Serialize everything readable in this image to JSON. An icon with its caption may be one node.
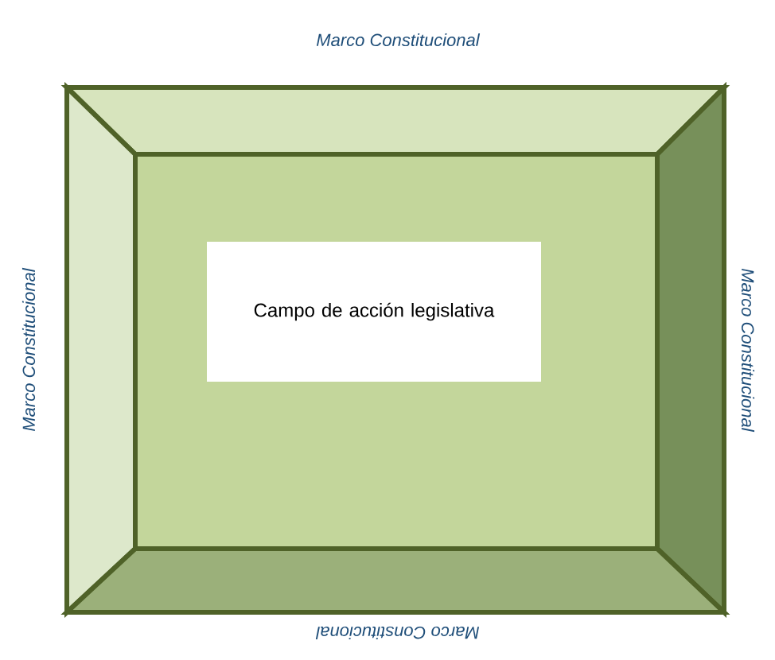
{
  "diagram": {
    "nodes": [
      {
        "text": [
          "Campo de acción legislativa"
        ]
      }
    ],
    "labels": [
      "Marco Constitucional",
      "Marco Constitucional",
      "Marco Constitucional",
      "Marco Constitucional"
    ]
  }
}
